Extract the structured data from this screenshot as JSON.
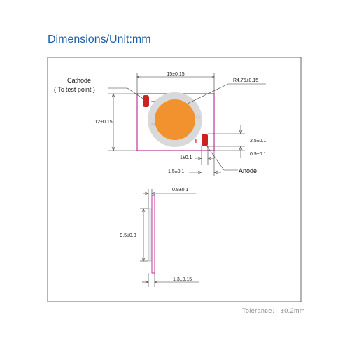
{
  "title": "Dimensions/Unit:mm",
  "tolerance": "Tolerance： ±0.2mm",
  "labels": {
    "cathode": "Cathode",
    "tc_test_point": "( Tc test point )",
    "anode": "Anode",
    "minus_sign": "–",
    "plus_sign": "+"
  },
  "dimensions": {
    "width": "15±0.15",
    "radius": "R4.75±0.15",
    "height": "12±0.15",
    "pad_height": "2.5±0.1",
    "pad_offset": "0.9±0.1",
    "pad_gap": "1±0.1",
    "pad_distance": "1.5±0.1",
    "thickness": "0.8±0.1",
    "side_height": "9.5±0.3",
    "total_thickness": "1.3±0.15"
  },
  "colors": {
    "outline": "#c0359a",
    "pad_red": "#cc2222",
    "led_orange": "#f2922e",
    "ring_gray": "#d9d9d9",
    "title_blue": "#1f5fa6"
  }
}
